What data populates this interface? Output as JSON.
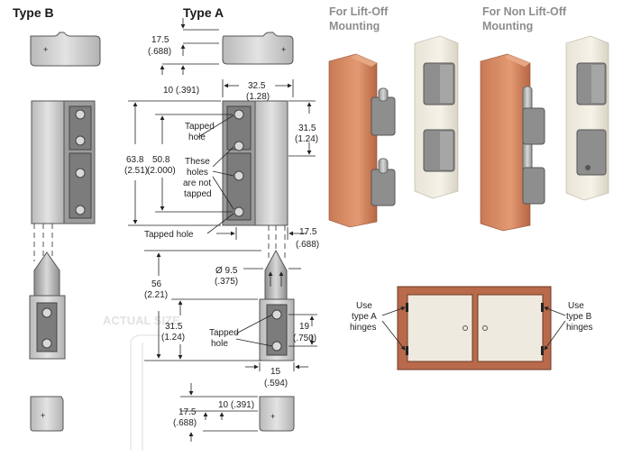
{
  "titles": {
    "type_b": "Type B",
    "type_a": "Type A"
  },
  "photo_labels": {
    "lift_off": [
      "For Lift-Off",
      "Mounting"
    ],
    "non_lift_off": [
      "For Non Lift-Off",
      "Mounting"
    ]
  },
  "dimensions": {
    "d1": [
      "17.5",
      "(.688)"
    ],
    "d2": [
      "10 (.391)"
    ],
    "d3": [
      "32.5",
      "(1.28)"
    ],
    "d4": [
      "63.8",
      "(2.51)"
    ],
    "d5": [
      "50.8",
      "(2.000)"
    ],
    "d6": [
      "31.5",
      "(1.24)"
    ],
    "d7": [
      "17.5",
      "(.688)"
    ],
    "d8": [
      "Ø 9.5",
      "(.375)"
    ],
    "d9": [
      "56",
      "(2.21)"
    ],
    "d10": [
      "31.5",
      "(1.24)"
    ],
    "d11": [
      "19",
      "(.750)"
    ],
    "d12": [
      "15",
      "(.594)"
    ],
    "d13": [
      "10 (.391)"
    ],
    "d14": [
      "17.5",
      "(.688)"
    ]
  },
  "notes": {
    "tapped_hole_top": [
      "Tapped",
      "hole"
    ],
    "not_tapped": [
      "These",
      "holes",
      "are not",
      "tapped"
    ],
    "tapped_hole_bottom": [
      "Tapped hole"
    ],
    "tapped_hole_lower": [
      "Tapped",
      "hole"
    ]
  },
  "watermark": "ACTUAL SIZE",
  "door_panel": {
    "left_callout": [
      "Use",
      "type A",
      "hinges"
    ],
    "right_callout": [
      "Use",
      "type B",
      "hinges"
    ]
  },
  "colors": {
    "metal": "#c8c8c8",
    "insert": "#8a8a8a",
    "frame_wood": "#b86a4a",
    "door": "#efeae0"
  }
}
